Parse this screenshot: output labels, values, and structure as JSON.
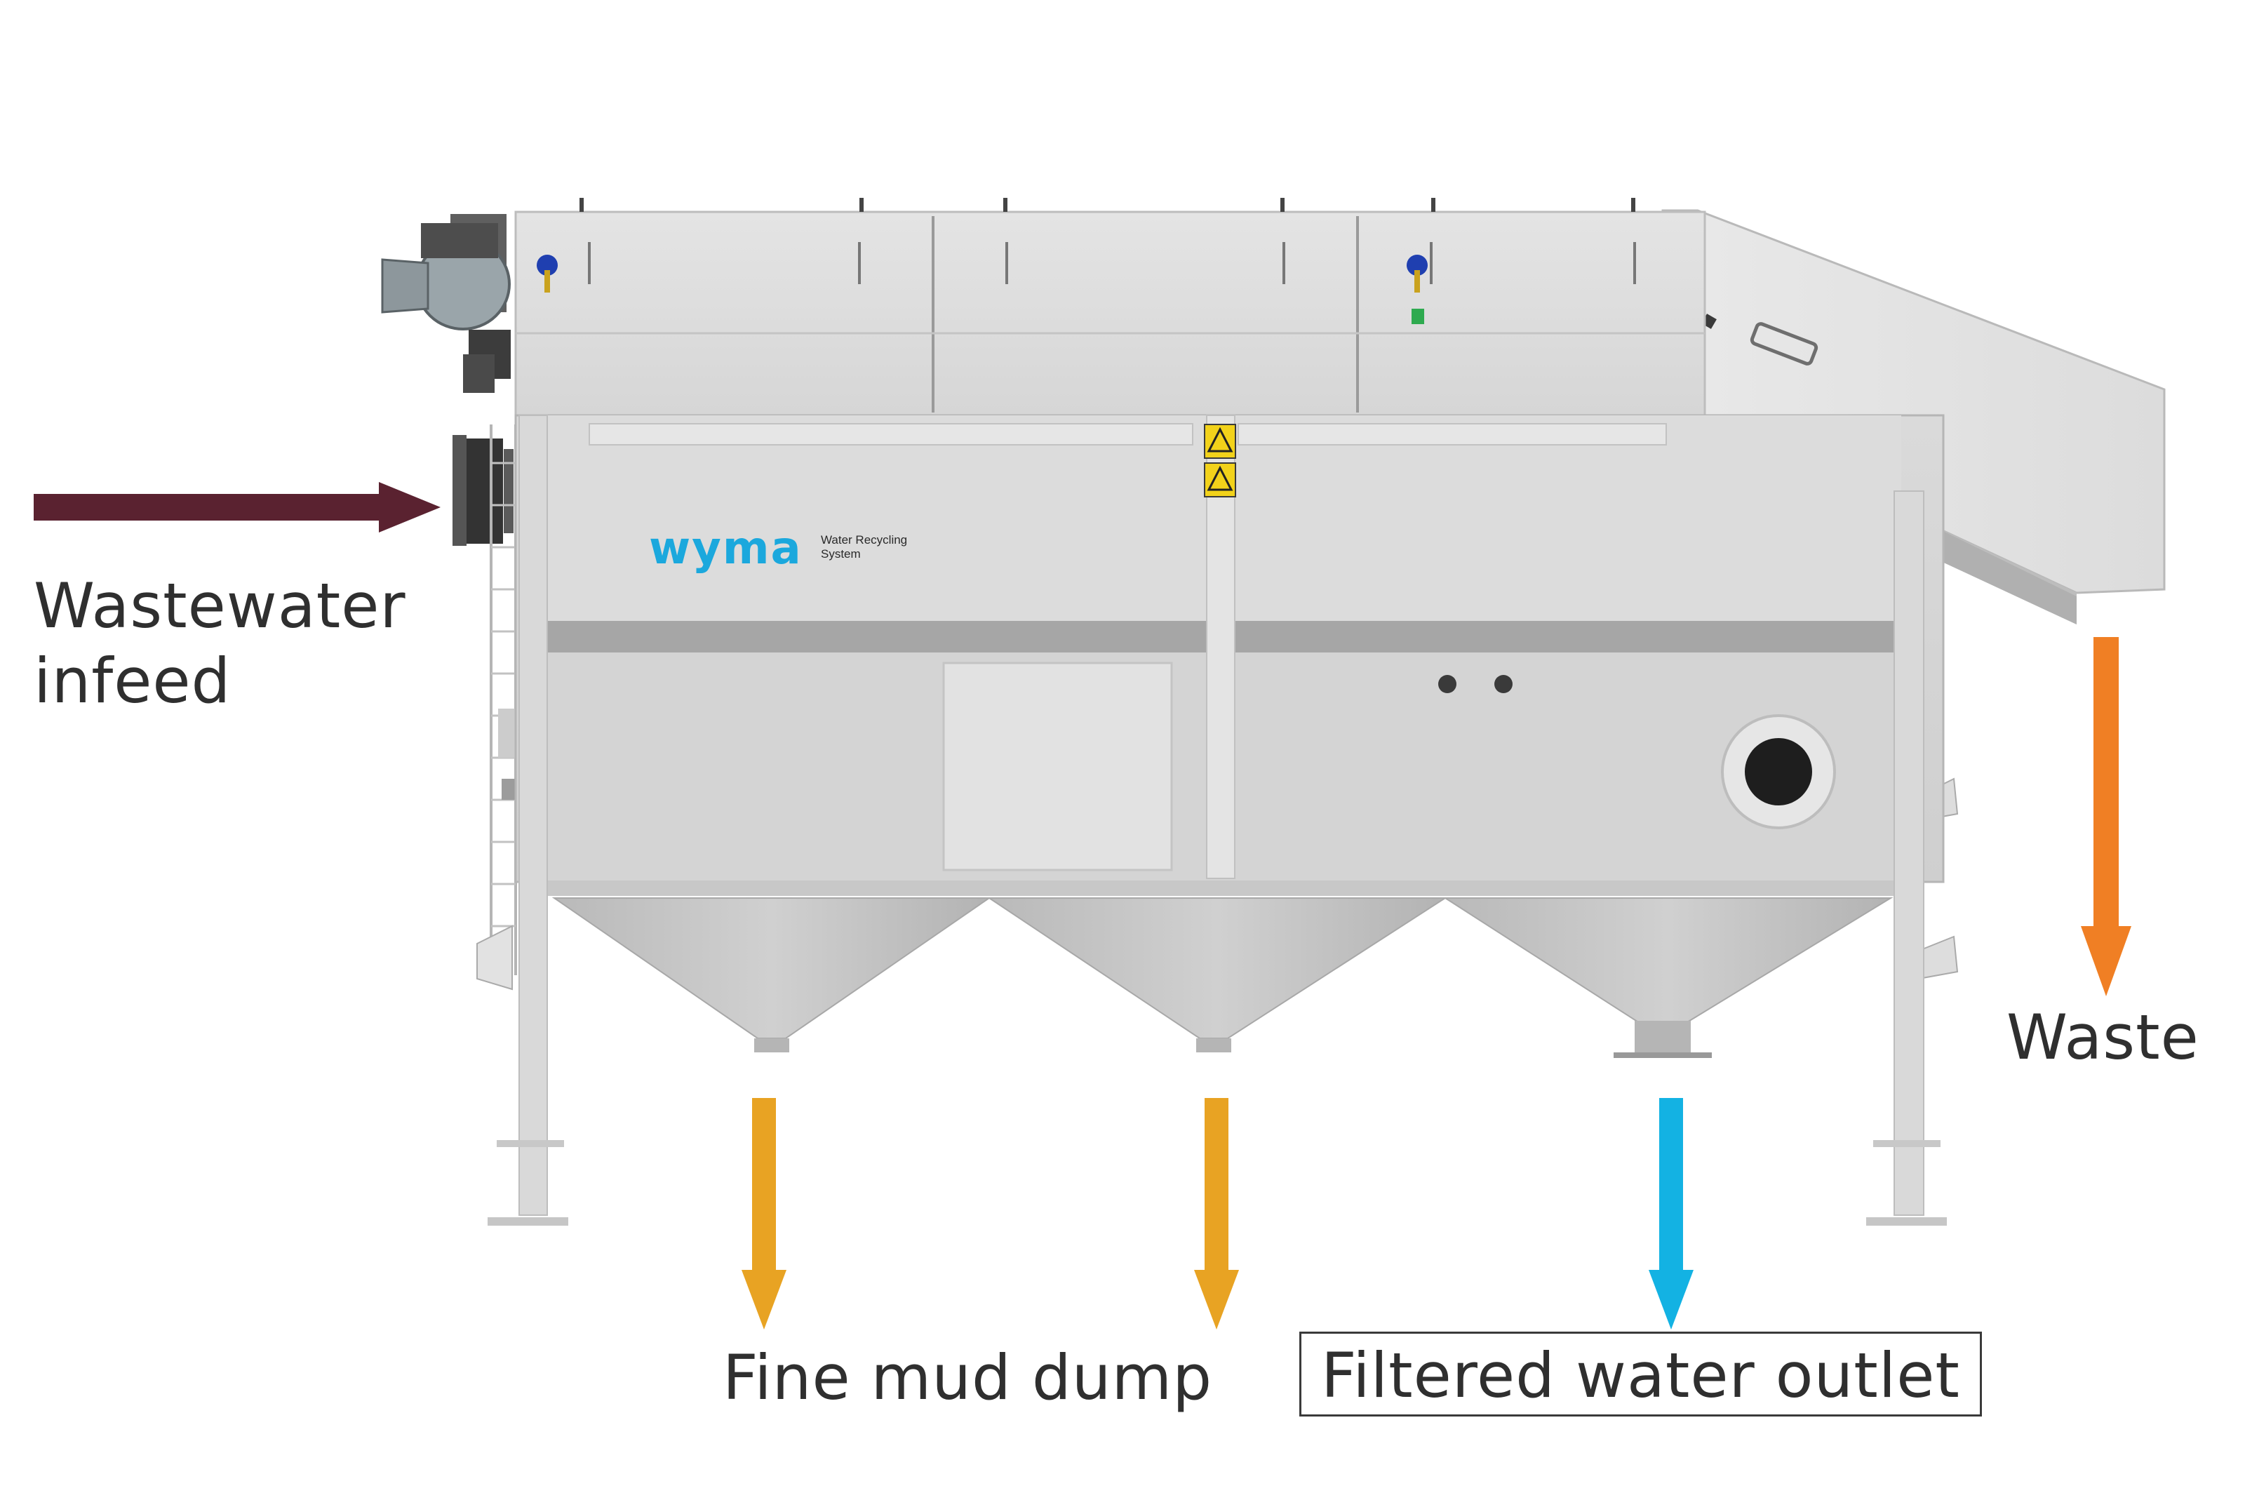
{
  "labels": {
    "infeed_line1": "Wastewater",
    "infeed_line2": "infeed",
    "waste": "Waste",
    "mud_dump": "Fine mud dump",
    "water_outlet": "Filtered water outlet"
  },
  "machine": {
    "brand": "wyma",
    "brand_subtitle_line1": "Water Recycling",
    "brand_subtitle_line2": "System"
  },
  "colors": {
    "infeed_arrow": "#5a2230",
    "waste_arrow": "#f07f24",
    "mud_arrow": "#e8a323",
    "water_arrow": "#13b2e3",
    "brand": "#1ba8dd"
  }
}
